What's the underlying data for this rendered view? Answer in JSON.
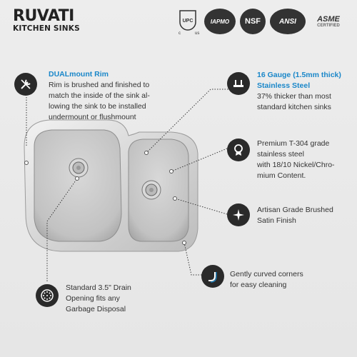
{
  "brand": {
    "logo": "RUVATI",
    "sub": "KITCHEN SINKS"
  },
  "certs": [
    {
      "icon": "upc-icon",
      "label": "UPC"
    },
    {
      "icon": "iapmo-icon",
      "label": "IAPMO"
    },
    {
      "icon": "nsf-icon",
      "label": "NSF"
    },
    {
      "icon": "ansi-icon",
      "label": "ANSI"
    },
    {
      "icon": "asme-icon",
      "label": "ASME",
      "sub": "CERTIFIED"
    }
  ],
  "features": {
    "dualmount": {
      "heading": "DUALmount Rim",
      "body": [
        "Rim is brushed and finished to",
        "match the inside of the sink al-",
        "lowing the sink to be installed",
        "undermount or flushmount"
      ],
      "icon": "tools-icon"
    },
    "gauge": {
      "heading": [
        "16 Gauge (1.5mm thick)",
        "Stainless Steel"
      ],
      "body": [
        "37% thicker than most",
        "standard kitchen sinks"
      ],
      "icon": "gauge-icon"
    },
    "steel": {
      "body": [
        "Premium T-304 grade",
        "stainless steel",
        "with 18/10 Nickel/Chro-",
        "mium Content."
      ],
      "icon": "badge-icon"
    },
    "finish": {
      "body": [
        "Artisan Grade Brushed",
        "Satin Finish"
      ],
      "icon": "sparkle-icon"
    },
    "corners": {
      "body": [
        "Gently curved corners",
        "for easy cleaning"
      ],
      "icon": "curve-icon"
    },
    "drain": {
      "body": [
        "Standard 3.5\" Drain",
        "Opening fits any",
        "Garbage Disposal"
      ],
      "icon": "drain-icon"
    }
  },
  "colors": {
    "accent": "#1a87c9",
    "icon_bg": "#2a2a2a",
    "steel_light": "#e8e8e8",
    "steel_dark": "#9a9a9a"
  }
}
